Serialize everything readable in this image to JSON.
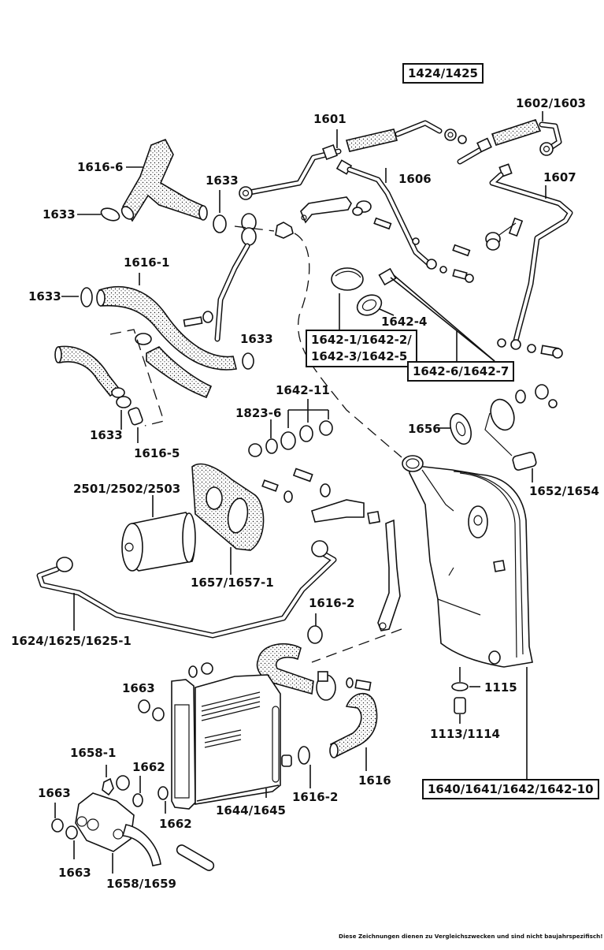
{
  "diagram": {
    "title": "Oil system exploded parts diagram",
    "boxed_labels": {
      "header": "1424/1425",
      "cap_group_line1": "1642-1/1642-2/",
      "cap_group_line2": "1642-3/1642-5",
      "dipstick_group": "1642-6/1642-7",
      "tank_group": "1640/1641/1642/1642-10"
    },
    "labels": {
      "l1601": "1601",
      "l1602_1603": "1602/1603",
      "l1606": "1606",
      "l1607": "1607",
      "l1616_6": "1616-6",
      "l1633_a": "1633",
      "l1633_b": "1633",
      "l1633_c": "1633",
      "l1633_d": "1633",
      "l1633_e": "1633",
      "l1616_1": "1616-1",
      "l1616_5": "1616-5",
      "l1642_4": "1642-4",
      "l1642_11": "1642-11",
      "l1823_6": "1823-6",
      "l1656": "1656",
      "l1652_1654": "1652/1654",
      "l2501": "2501/2502/2503",
      "l1657": "1657/1657-1",
      "l1624": "1624/1625/1625-1",
      "l1616_2_a": "1616-2",
      "l1616_2_b": "1616-2",
      "l1616": "1616",
      "l1115": "1115",
      "l1113_1114": "1113/1114",
      "l1663_a": "1663",
      "l1663_b": "1663",
      "l1663_c": "1663",
      "l1658_1": "1658-1",
      "l1662_a": "1662",
      "l1662_b": "1662",
      "l1644_1645": "1644/1645",
      "l1658_1659": "1658/1659"
    },
    "footer_note": "Diese Zeichnungen dienen zu Vergleichszwecken und sind nicht baujahrspezifisch!"
  }
}
